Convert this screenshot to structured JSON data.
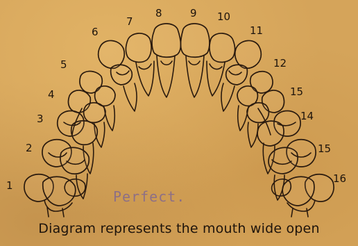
{
  "diagram": {
    "upper_label": "Perfect.",
    "caption": "Diagram represents the mouth wide open",
    "tooth_numbers_left": [
      "1",
      "2",
      "3",
      "4",
      "5",
      "6",
      "7",
      "8"
    ],
    "tooth_numbers_right": [
      "9",
      "10",
      "11",
      "12",
      "15",
      "14",
      "15",
      "16"
    ]
  }
}
